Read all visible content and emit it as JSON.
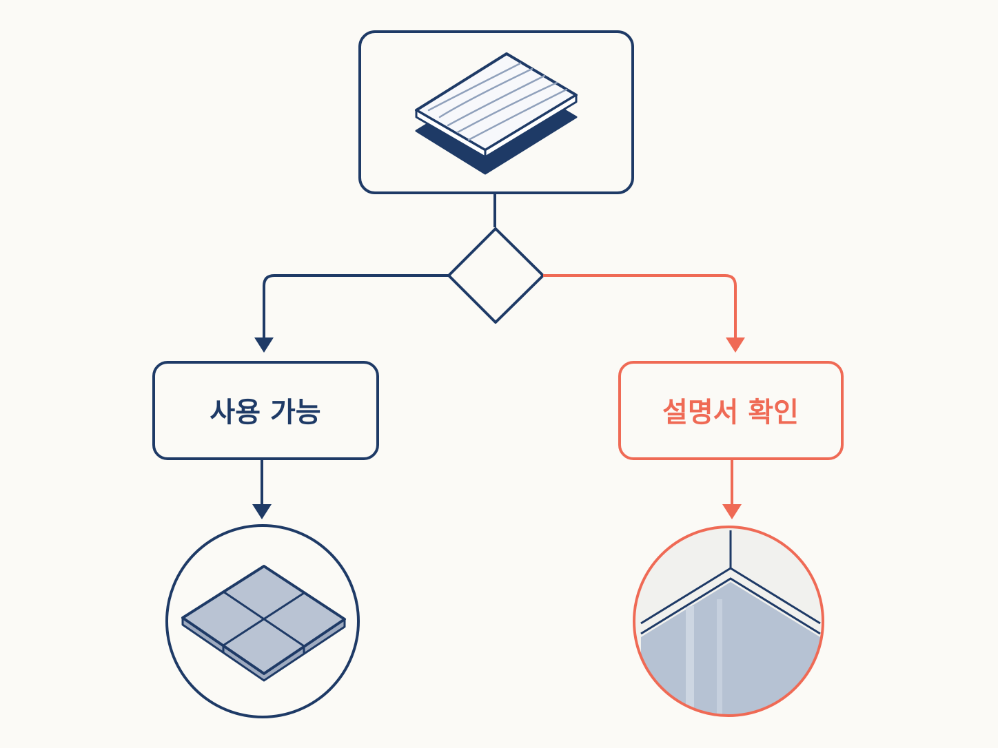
{
  "colors": {
    "background": "#fbfaf6",
    "navy": "#1e3a66",
    "coral": "#ef6a55",
    "tile_fill": "#b9c3d3",
    "grain": "#8fa0bb"
  },
  "nodes": {
    "source": {
      "icon": "laminate-board-icon"
    },
    "decision": {
      "icon": "decision-diamond"
    },
    "left": {
      "label": "사용 가능",
      "color": "navy"
    },
    "right": {
      "label": "설명서 확인",
      "color": "coral"
    },
    "left_result": {
      "icon": "floor-tiles-icon"
    },
    "right_result": {
      "icon": "wall-floor-corner-icon"
    }
  }
}
